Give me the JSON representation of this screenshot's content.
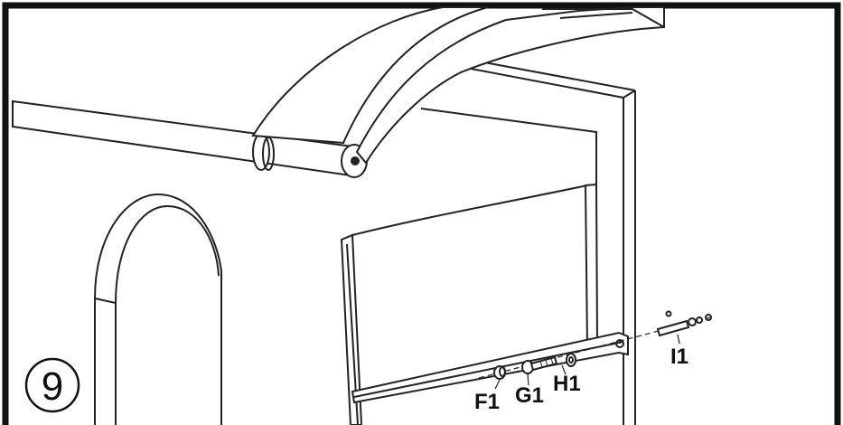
{
  "step": {
    "number": "9"
  },
  "parts": {
    "f1": "F1",
    "g1": "G1",
    "h1": "H1",
    "i1": "I1"
  }
}
